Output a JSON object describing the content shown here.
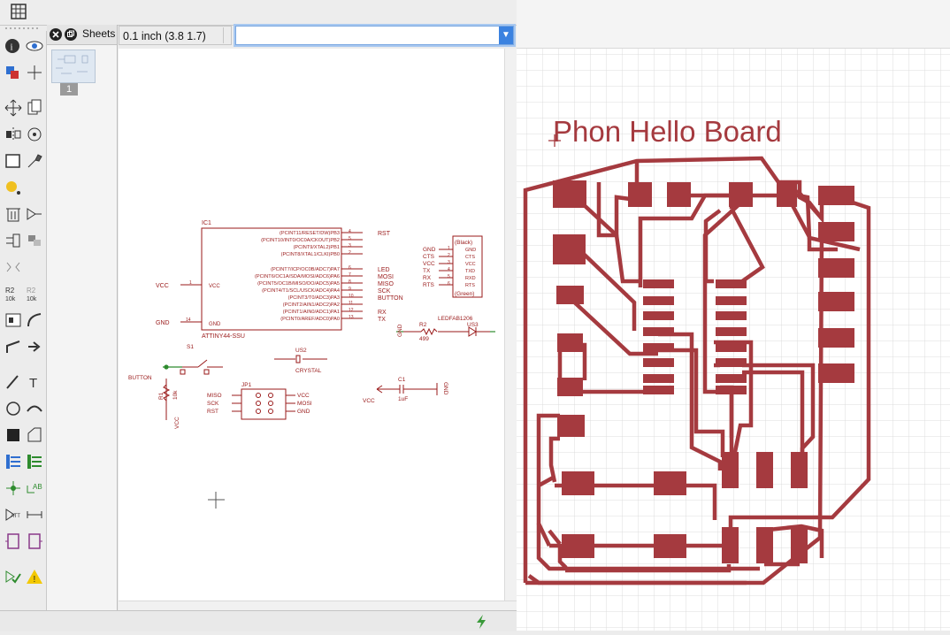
{
  "sheets_panel": {
    "title": "Sheets",
    "sheet_number": "1"
  },
  "grid": {
    "value": "0.1 inch (3.8 1.7)"
  },
  "command": {
    "value": ""
  },
  "schematic": {
    "ic1": {
      "ref": "IC1",
      "name": "ATTINY44-SSU",
      "pins": [
        "(PCINT11/RESET/DW)PB3",
        "(PCINT10/INT0/OC0A/CKOUT)PB2",
        "(PCINT9/XTAL2)PB1",
        "(PCINT8/XTAL1/CLKI)PB0",
        "(PCINT7/ICP/OC0B/ADC7)PA7",
        "(PCINT6/OC1A/SDA/MOSI/ADC6)PA6",
        "(PCINT5/OC1B/MISO/DO/ADC5)PA5",
        "(PCINT4/T1/SCL/USCK/ADC4)PA4",
        "(PCINT3/T0/ADC3)PA3",
        "(PCINT2/AIN1/ADC2)PA2",
        "(PCINT1/AIN0/ADC1)PA1",
        "(PCINT0/AREF/ADC0)PA0"
      ],
      "pin_numbers": [
        "4",
        "5",
        "3",
        "2",
        "6",
        "7",
        "8",
        "9",
        "10",
        "11",
        "12",
        "13"
      ],
      "net_labels": [
        "RST",
        "",
        "",
        "",
        "LED",
        "MOSI",
        "MISO",
        "SCK",
        "BUTTON",
        "",
        "RX",
        "TX"
      ],
      "vcc_label": "VCC",
      "vcc_pin_label": "VCC",
      "vcc_pin": "1",
      "gnd_label": "GND",
      "gnd_pin_label": "GND",
      "gnd_pin": "14"
    },
    "ftdi": {
      "top": "(Black)",
      "bottom": "(Green)",
      "left_labels": [
        "GND",
        "CTS",
        "VCC",
        "TX",
        "RX",
        "RTS"
      ],
      "right_labels": [
        "GND",
        "CTS",
        "VCC",
        "TXD",
        "RXD",
        "RTS"
      ],
      "pins": [
        "1",
        "2",
        "3",
        "4",
        "5",
        "6"
      ]
    },
    "led": {
      "label": "LEDFAB1206",
      "ref": "US3",
      "resistor_ref": "R2",
      "resistor_value": "499",
      "gnd": "GND"
    },
    "s1": {
      "ref": "S1",
      "label": "BUTTON",
      "r1_ref": "R1",
      "r1_value": "10k",
      "vcc": "VCC"
    },
    "crystal": {
      "ref": "US2",
      "label": "CRYSTAL"
    },
    "jp1": {
      "ref": "JP1",
      "left": [
        "MISO",
        "SCK",
        "RST"
      ],
      "right": [
        "VCC",
        "MOSI",
        "GND"
      ]
    },
    "c1": {
      "ref": "C1",
      "value": "1uF",
      "vcc": "VCC",
      "gnd": "GND"
    }
  },
  "board": {
    "title": "Phon Hello Board"
  },
  "colors": {
    "pad": "#a53a3f",
    "schematic_line": "#9a1a1a",
    "net": "#2e8b2e",
    "grid_line": "#dcdcdc"
  }
}
